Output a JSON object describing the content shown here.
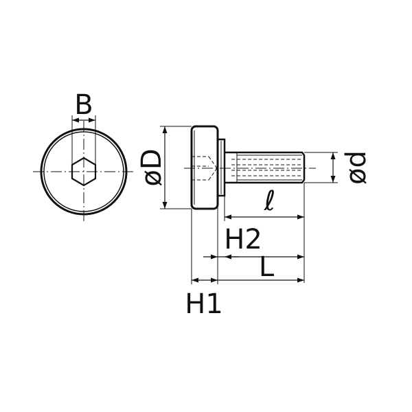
{
  "labels": {
    "B": "B",
    "phiD": "øD",
    "phid": "ød",
    "ell": "ℓ",
    "H2": "H2",
    "L": "L",
    "H1": "H1"
  },
  "colors": {
    "line": "#111111",
    "background": "#ffffff"
  }
}
